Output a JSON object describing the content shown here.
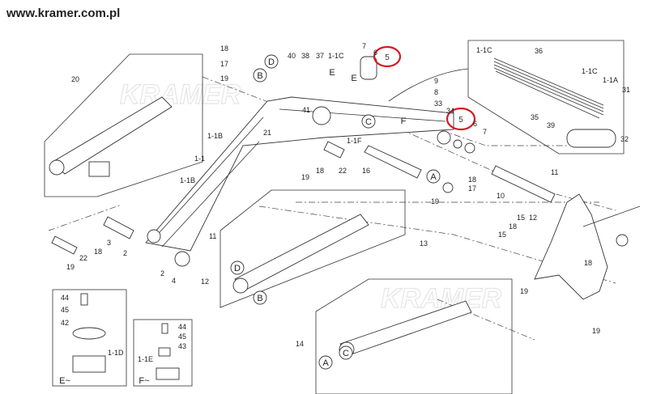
{
  "site": "www.kramer.com.pl",
  "watermark": "KRAMER",
  "highlight_color": "#d01c24",
  "highlighted_part": "5",
  "labels": [
    "18",
    "17",
    "19",
    "40",
    "38",
    "37",
    "1-1C",
    "7",
    "6",
    "E",
    "E",
    "9",
    "8",
    "33",
    "34",
    "6",
    "7",
    "F",
    "41",
    "21",
    "1-1B",
    "1-1",
    "1-1F",
    "22",
    "16",
    "18",
    "19",
    "18",
    "17",
    "19",
    "10",
    "11",
    "20",
    "1-1C",
    "36",
    "1-1C",
    "1-1A",
    "31",
    "35",
    "39",
    "32",
    "1-1B",
    "11",
    "3",
    "18",
    "2",
    "22",
    "19",
    "2",
    "4",
    "12",
    "13",
    "12",
    "15",
    "18",
    "15",
    "18",
    "19",
    "19",
    "14",
    "44",
    "45",
    "42",
    "1-1D",
    "E~",
    "44",
    "45",
    "43",
    "1-1E",
    "F~"
  ],
  "circled": [
    "D",
    "B",
    "C",
    "A",
    "D",
    "B",
    "A",
    "C"
  ]
}
